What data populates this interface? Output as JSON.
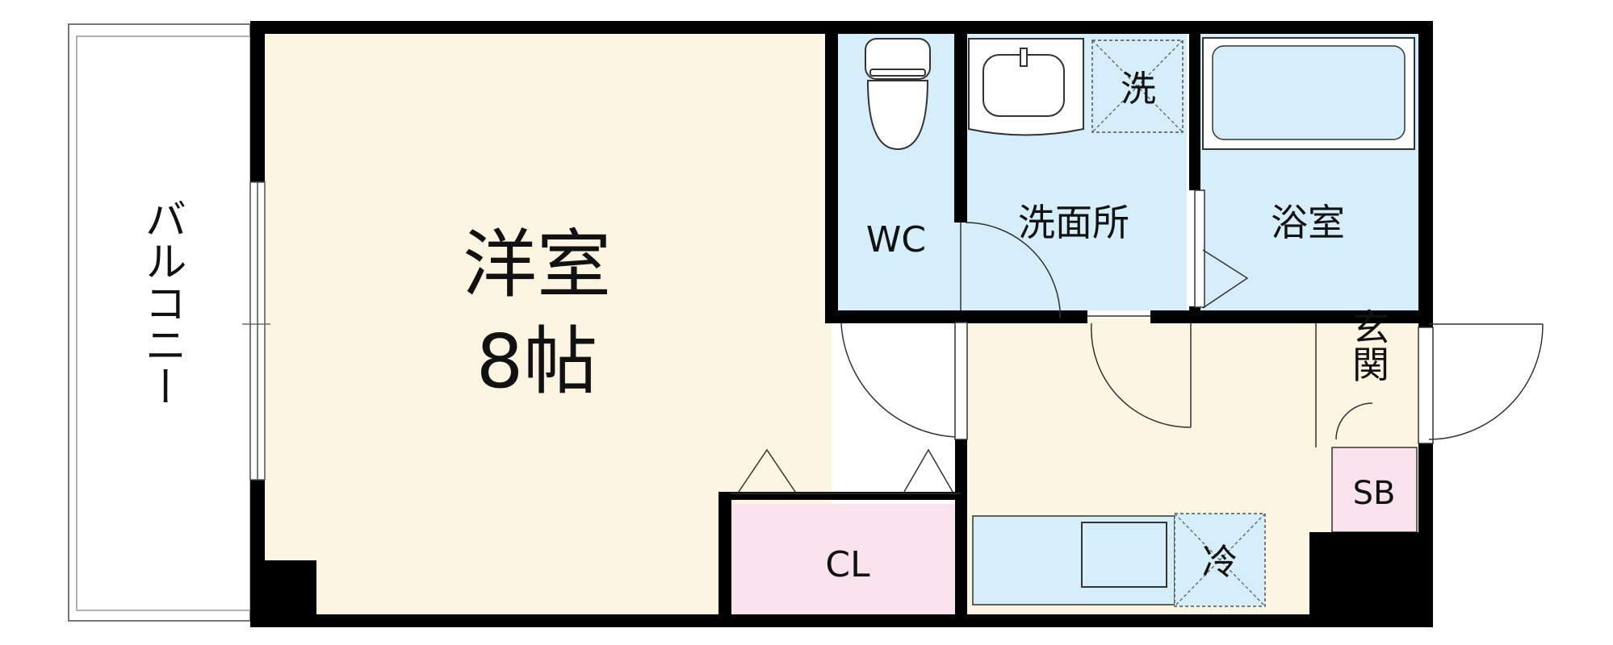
{
  "rooms": {
    "western_room": {
      "name": "洋室",
      "size": "8帖"
    },
    "balcony": "バルコニー",
    "wc": "WC",
    "washroom": "洗面所",
    "washer": "洗",
    "bathroom": "浴室",
    "entrance": "玄関",
    "shoe_box": "SB",
    "closet": "CL",
    "fridge": "冷"
  },
  "colors": {
    "living": "#fcf5e2",
    "wet_area": "#d5eefa",
    "storage": "#fbe3ee",
    "wall": "#000000"
  }
}
